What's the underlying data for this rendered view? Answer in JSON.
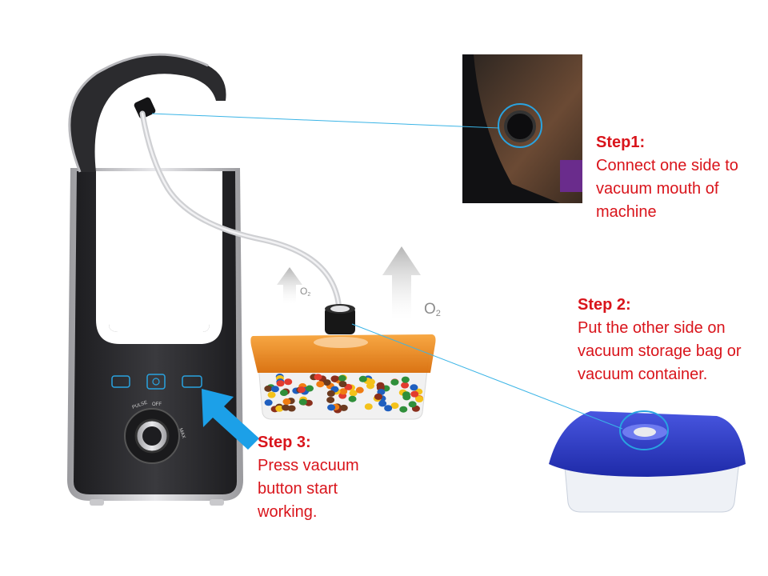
{
  "colors": {
    "step_text": "#d9141b",
    "leader_line": "#3ab4e6",
    "highlight_circle": "#29a3e0",
    "arrow": "#1ca0e8",
    "machine_body": "#2a2a2d",
    "container_lid_orange": "#f08a1c",
    "container_lid_blue": "#2c3bc6",
    "tube": "#d9dadc"
  },
  "steps": {
    "step1": {
      "title": "Step1:",
      "desc": "Connect one side to vacuum mouth of machine"
    },
    "step2": {
      "title": "Step 2:",
      "desc": "Put the other side on vacuum storage bag or vacuum container."
    },
    "step3": {
      "title": "Step 3:",
      "desc": "Press vacuum button start working."
    }
  },
  "oxygen_labels": {
    "small": "O",
    "large": "O",
    "subscript": "2"
  },
  "machine": {
    "dial_label_left": "PULSE",
    "dial_label_off": "OFF",
    "dial_label_right": "MAX"
  },
  "icons": [
    "vacuum-sealer-machine",
    "power-icon",
    "orange-container",
    "blue-container",
    "pointer-arrow",
    "upward-arrow"
  ]
}
